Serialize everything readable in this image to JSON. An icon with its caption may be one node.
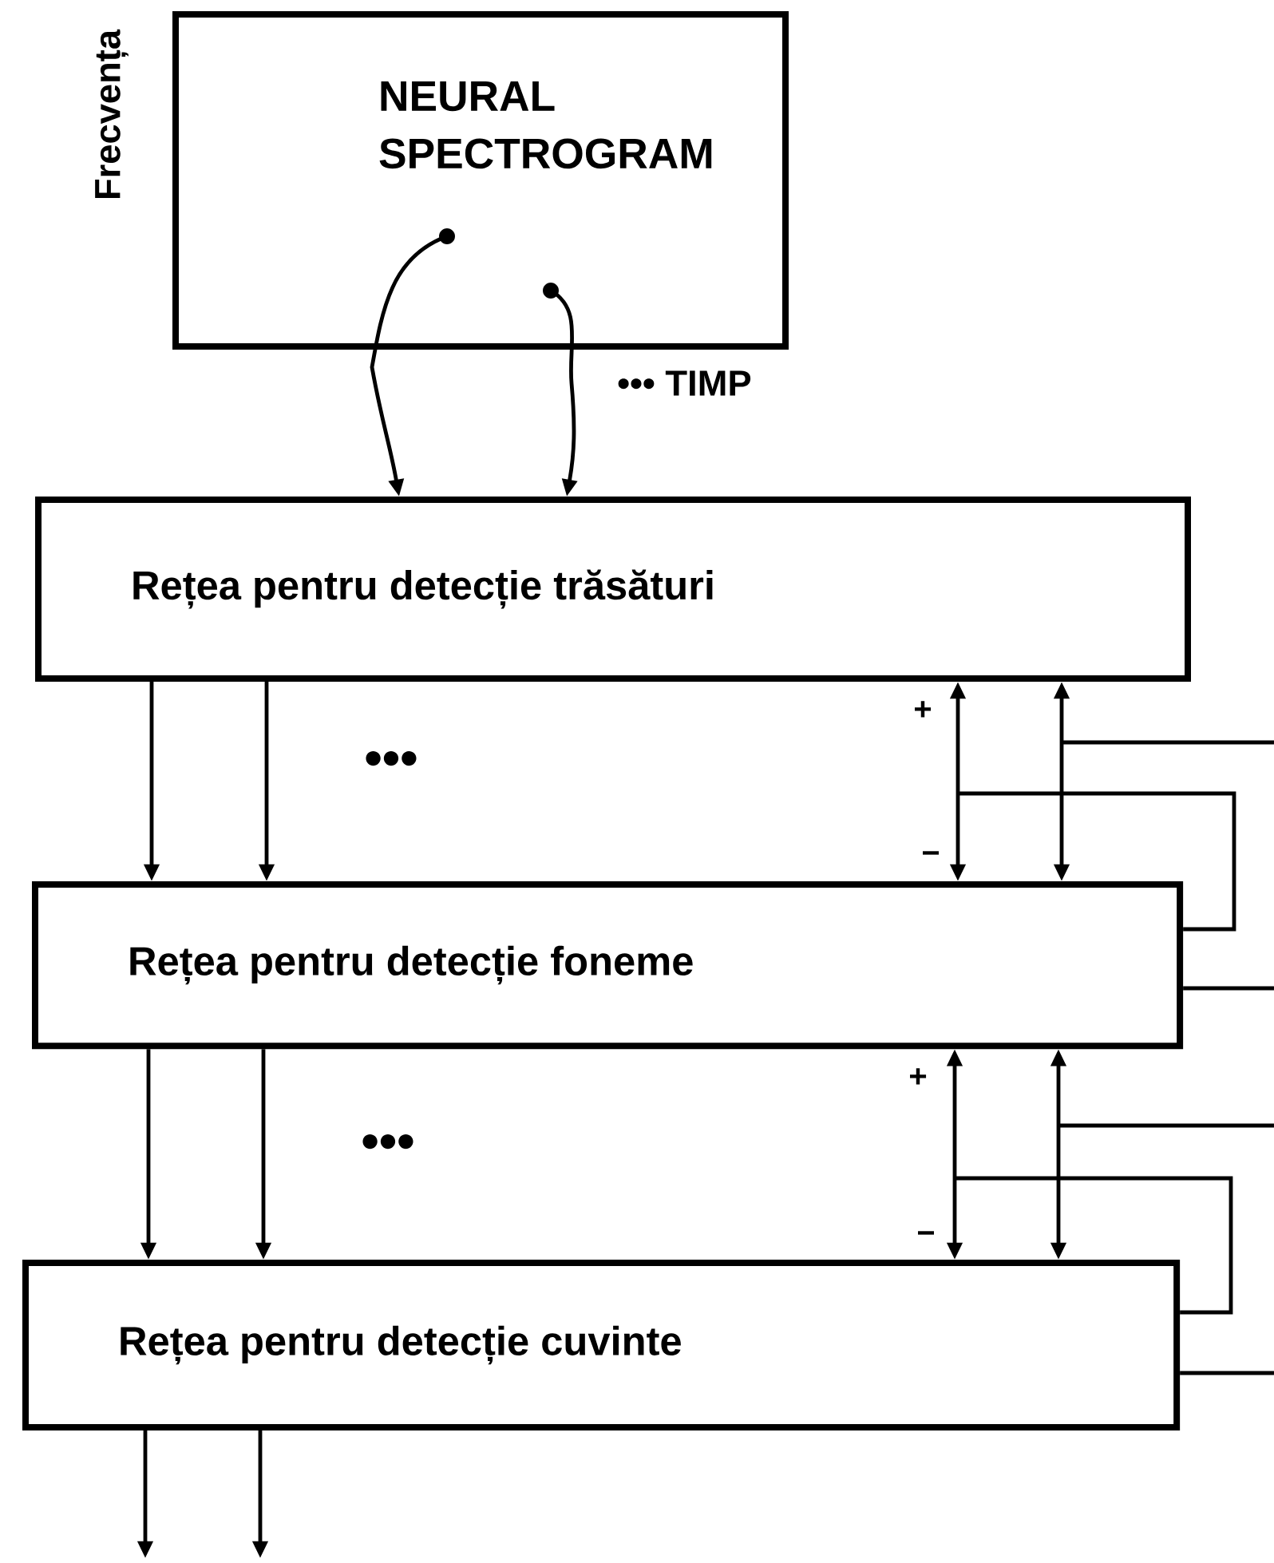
{
  "diagram": {
    "nodes": [
      {
        "text": [
          "NEURAL SPECTROGRAM"
        ]
      },
      {
        "text": [
          "Rețea pentru detecție trăsături"
        ]
      },
      {
        "text": [
          "Rețea pentru detecție foneme"
        ]
      },
      {
        "text": [
          "Rețea pentru detecție cuvinte"
        ]
      }
    ],
    "edges": [
      {
        "from": 0,
        "to": 1,
        "arrow": "to"
      },
      {
        "from": 0,
        "to": 1,
        "arrow": "to"
      },
      {
        "from": 1,
        "to": 2,
        "arrow": "to"
      },
      {
        "from": 1,
        "to": 2,
        "arrow": "to"
      },
      {
        "from": 1,
        "to": 2,
        "arrow": "both"
      },
      {
        "from": 1,
        "to": 2,
        "arrow": "both"
      },
      {
        "from": 2,
        "to": null,
        "arrow": "none"
      },
      {
        "from": 2,
        "to": null,
        "arrow": "none"
      },
      {
        "from": 2,
        "to": 3,
        "arrow": "to"
      },
      {
        "from": 2,
        "to": 3,
        "arrow": "to"
      },
      {
        "from": 2,
        "to": 3,
        "arrow": "both"
      },
      {
        "from": 2,
        "to": 3,
        "arrow": "both"
      },
      {
        "from": 3,
        "to": null,
        "arrow": "none"
      },
      {
        "from": 3,
        "to": null,
        "arrow": "none"
      },
      {
        "from": 3,
        "to": null,
        "arrow": "to"
      },
      {
        "from": 3,
        "to": null,
        "arrow": "to"
      }
    ],
    "labels": [
      "Frecvența",
      "••• TIMP",
      "•••",
      "+",
      "−",
      "•••",
      "+",
      "−"
    ]
  }
}
